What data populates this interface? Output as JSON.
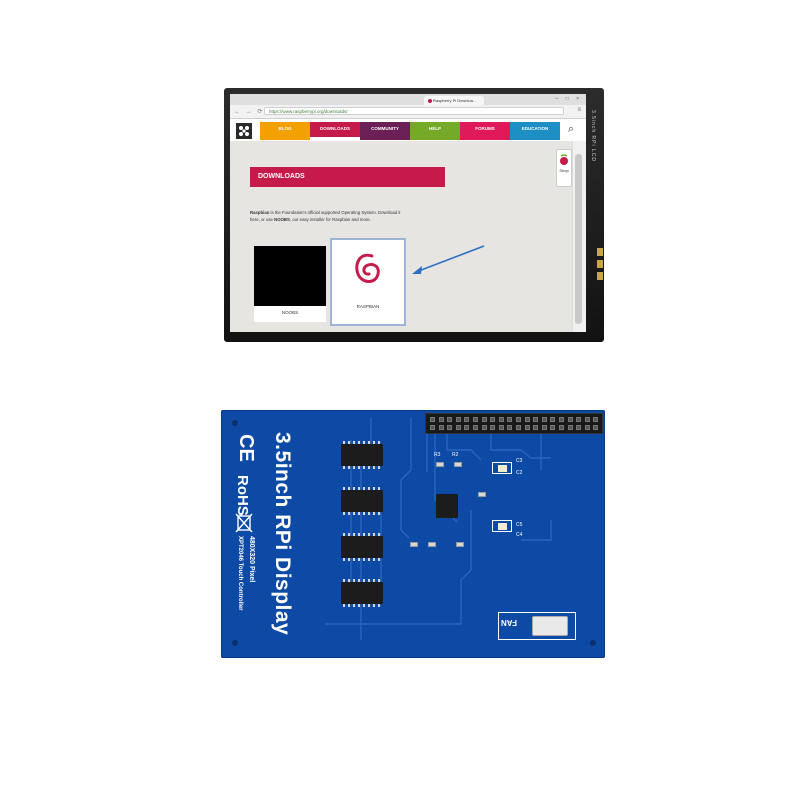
{
  "browser": {
    "tab_title": "Raspberry Pi Downloa...",
    "url": "https://www.raspberrypi.org/downloads/"
  },
  "site": {
    "nav": [
      {
        "label": "BLOG",
        "color": "#f2a100"
      },
      {
        "label": "DOWNLOADS",
        "color": "#c51a4a"
      },
      {
        "label": "COMMUNITY",
        "color": "#6a1f57"
      },
      {
        "label": "HELP",
        "color": "#75a928"
      },
      {
        "label": "FORUMS",
        "color": "#e0195b"
      },
      {
        "label": "EDUCATION",
        "color": "#1d8fc4"
      }
    ],
    "shop_label": "Shop",
    "banner": "DOWNLOADS",
    "desc_raspbian": "Raspbian",
    "desc_line1": " is the Foundation's official supported Operating System. Download it",
    "desc_line2a": "here, or use ",
    "desc_noobs": "NOOBS",
    "desc_line2b": ", our easy installer for Raspbian and more.",
    "tiles": [
      {
        "caption": "NOOBS"
      },
      {
        "caption": "RASPBIAN"
      }
    ]
  },
  "lcd_side_text": "3.5inch RPi LCD",
  "pcb": {
    "title": "3.5inch RPi Display",
    "pixel": "480X320 Pixel",
    "touch": "XPT2046 Touch Controller",
    "ce": "CE",
    "rohs": "RoHS",
    "fan": "FAN",
    "labels": [
      "R3",
      "R2",
      "C3",
      "C2",
      "C5",
      "C4"
    ]
  },
  "colors": {
    "pcb_blue": "#0d4aa6",
    "raspberry_red": "#c51a4a"
  }
}
